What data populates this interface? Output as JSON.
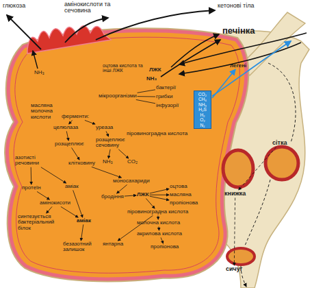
{
  "diagram": {
    "nodes": [
      {
        "text": [
          "азотисті речовини"
        ]
      },
      {
        "text": [
          "протеїн"
        ]
      },
      {
        "text": [
          "аміак"
        ]
      },
      {
        "text": [
          "амінокисоти"
        ]
      },
      {
        "text": [
          "синтезується бактеріальний білок"
        ]
      },
      {
        "text": [
          "аміак"
        ]
      },
      {
        "text": [
          "безазотний залишок"
        ]
      },
      {
        "text": [
          "ферменти:"
        ]
      },
      {
        "text": [
          "целюлаза"
        ]
      },
      {
        "text": [
          "уреаза"
        ]
      },
      {
        "text": [
          "розщеплює"
        ]
      },
      {
        "text": [
          "клітковину"
        ]
      },
      {
        "text": [
          "розщеплює сечовину"
        ]
      },
      {
        "text": [
          "NH₃"
        ]
      },
      {
        "text": [
          "CO₂"
        ]
      },
      {
        "text": [
          "моносахариди"
        ]
      },
      {
        "text": [
          "бродіння"
        ]
      },
      {
        "text": [
          "ЛЖК"
        ]
      },
      {
        "text": [
          "оцтова"
        ]
      },
      {
        "text": [
          "масляна"
        ]
      },
      {
        "text": [
          "пропіонова"
        ]
      },
      {
        "text": [
          "піровиноградна кислота"
        ]
      },
      {
        "text": [
          "молочна кислота"
        ]
      },
      {
        "text": [
          "акрилова кислота"
        ]
      },
      {
        "text": [
          "пропіонова"
        ]
      },
      {
        "text": [
          "янтарна"
        ]
      },
      {
        "text": [
          "мікроорганізми"
        ]
      },
      {
        "text": [
          "бактерії"
        ]
      },
      {
        "text": [
          "грибки"
        ]
      },
      {
        "text": [
          "інфузорії"
        ]
      },
      {
        "text": [
          "печінка"
        ]
      },
      {
        "text": [
          "легені"
        ]
      },
      {
        "text": [
          "CO₂",
          "CH₄",
          "NH₃",
          "H₂S",
          "H₂",
          "O₂",
          "N₂"
        ]
      },
      {
        "text": [
          "сітка"
        ]
      },
      {
        "text": [
          "книжка"
        ]
      },
      {
        "text": [
          "сичуг"
        ]
      }
    ],
    "edges": [
      {
        "from": 0,
        "to": 1,
        "arrow": "to"
      },
      {
        "from": 0,
        "to": 2,
        "arrow": "to"
      },
      {
        "from": 1,
        "to": 3,
        "arrow": "to"
      },
      {
        "from": 3,
        "to": 4,
        "arrow": "to"
      },
      {
        "from": 3,
        "to": 5,
        "arrow": "to"
      },
      {
        "from": 2,
        "to": 5,
        "arrow": "to"
      },
      {
        "from": 5,
        "to": 6,
        "arrow": "to"
      },
      {
        "from": 7,
        "to": 8,
        "arrow": "to"
      },
      {
        "from": 7,
        "to": 9,
        "arrow": "to"
      },
      {
        "from": 8,
        "to": 10,
        "arrow": "to"
      },
      {
        "from": 10,
        "to": 11,
        "arrow": "to"
      },
      {
        "from": 9,
        "to": 12,
        "arrow": "to"
      },
      {
        "from": 12,
        "to": 13,
        "arrow": "to"
      },
      {
        "from": 12,
        "to": 14,
        "arrow": "to"
      },
      {
        "from": 11,
        "to": 15,
        "arrow": "to"
      },
      {
        "from": 15,
        "to": 16,
        "arrow": "to"
      },
      {
        "from": 16,
        "to": 17,
        "arrow": "to"
      },
      {
        "from": 17,
        "to": 18,
        "arrow": "to"
      },
      {
        "from": 17,
        "to": 19,
        "arrow": "to"
      },
      {
        "from": 17,
        "to": 20,
        "arrow": "to"
      },
      {
        "from": 17,
        "to": 21,
        "arrow": "to"
      },
      {
        "from": 21,
        "to": 22,
        "arrow": "to"
      },
      {
        "from": 22,
        "to": 23,
        "arrow": "to"
      },
      {
        "from": 23,
        "to": 24,
        "arrow": "to"
      },
      {
        "from": 21,
        "to": 25,
        "arrow": "to"
      },
      {
        "from": 26,
        "to": 27,
        "arrow": "none"
      },
      {
        "from": 26,
        "to": 28,
        "arrow": "none"
      },
      {
        "from": 26,
        "to": 29,
        "arrow": "none"
      },
      {
        "from": 32,
        "to": 31,
        "arrow": "to"
      },
      {
        "from": 33,
        "to": 34,
        "arrow": "to"
      },
      {
        "from": 34,
        "to": 35,
        "arrow": "to"
      }
    ],
    "labels": [
      "глюкоза",
      "амінокислоти та сечовина",
      "кетонові тіла",
      "оцтова кислота та інші ЛЖК",
      "ЛЖК",
      "NH₃",
      "NH₃",
      "масляна молочна кислоти",
      "піровиноградна кислота"
    ]
  }
}
